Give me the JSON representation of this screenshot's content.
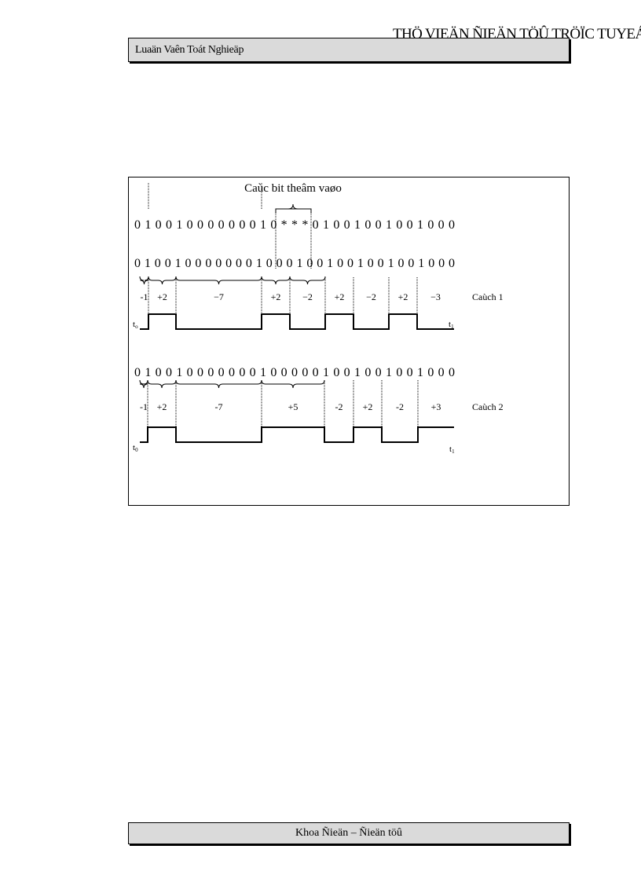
{
  "header": {
    "library_title": "THÖ VIEÄN ÑIEÄN TÖÛ TRÖÏC TUYEÁN",
    "doc_title": "Luaän Vaên Toát Nghieäp"
  },
  "footer": {
    "text": "Khoa Ñieän – Ñieän töû"
  },
  "figure": {
    "inserted_label": "Caùc bit theâm vaøo",
    "original_bits": "0 1 0 0 1 0 0 0 0 0 0 0 1 0 * * * 0 1 0 0 1 0 0 1 0 0 1 0 0 0",
    "case1": {
      "bits": "0 1 0 0 1 0 0 0 0 0 0 0 1 0 0 0 1 0 0 1 0 0 1 0 0 1 0 0 1 0 0 0",
      "segments": [
        "-1",
        "+2",
        "−7",
        "+2",
        "−2",
        "+2",
        "−2",
        "+2",
        "−3"
      ],
      "label": "Caùch 1",
      "t_start": "t",
      "t_start_sub": "o",
      "t_end": "t",
      "t_end_sub": "1"
    },
    "case2": {
      "bits": "0 1 0 0 1 0 0 0 0 0 0 0 1 0 0 0 0 0 1 0 0 1 0 0 1 0 0 1 0 0 0",
      "segments": [
        "-1",
        "+2",
        "-7",
        "+5",
        "-2",
        "+2",
        "-2",
        "+3"
      ],
      "label": "Caùch 2",
      "t_start": "t",
      "t_start_sub": "0",
      "t_end": "t",
      "t_end_sub": "1"
    }
  }
}
